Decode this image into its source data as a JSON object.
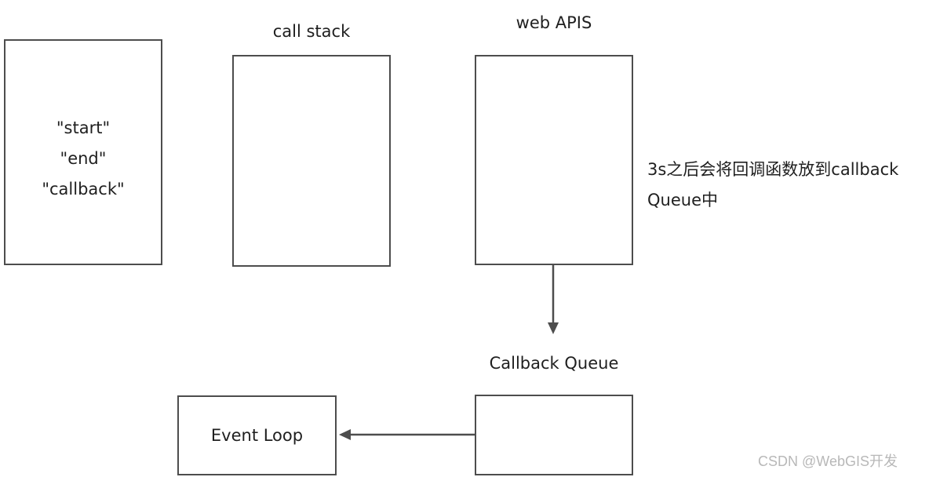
{
  "console_box": {
    "lines": [
      "\"start\"",
      "\"end\"",
      "\"callback\""
    ]
  },
  "call_stack": {
    "label": "call stack"
  },
  "web_apis": {
    "label": "web APIS",
    "note_line1": "3s之后会将回调函数放到callback",
    "note_line2": "Queue中"
  },
  "callback_queue": {
    "label": "Callback Queue"
  },
  "event_loop": {
    "label": "Event Loop"
  },
  "watermark": "CSDN @WebGIS开发",
  "colors": {
    "border": "#4d4d4d",
    "text": "#1f1f1f",
    "arrow": "#4d4d4d",
    "watermark": "#b8b8b8"
  }
}
